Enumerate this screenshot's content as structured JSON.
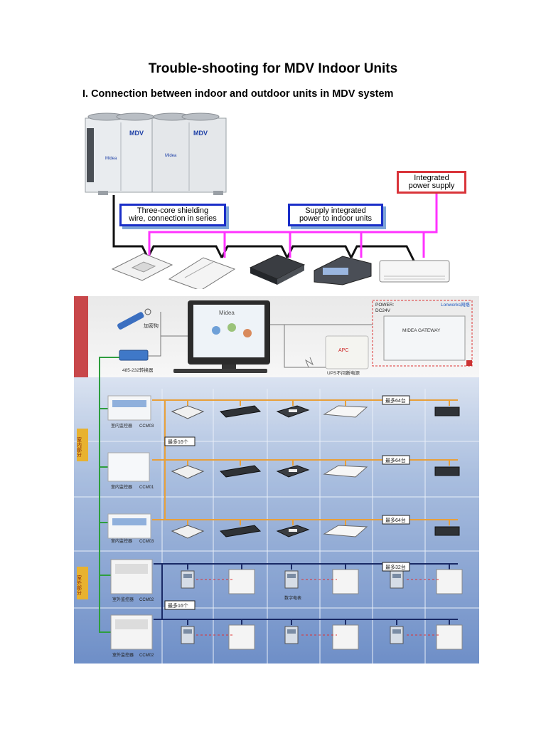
{
  "title": "Trouble-shooting for MDV Indoor Units",
  "section": {
    "heading": "I. Connection between indoor and outdoor units in MDV system",
    "outdoor_unit_brand": "MDV",
    "outdoor_unit_sub_brand": "Midea",
    "callouts": {
      "shielding_wire": [
        "Three-core shielding",
        "wire, connection in series"
      ],
      "supply_power": [
        "Supply integrated",
        "power to indoor units"
      ],
      "power_supply": [
        "Integrated",
        "power supply"
      ]
    },
    "indoor_units": [
      "4-way cassette",
      "compact cassette",
      "duct unit",
      "ceiling unit",
      "wall mounted unit"
    ]
  },
  "figure2": {
    "encryption_dog": "加密狗",
    "converter": "485-232转换器",
    "monitor_brand": "Midea",
    "ups": "UPS不间断电源",
    "ups_brand": "APC",
    "gateway": "MIDEA GATEWAY",
    "gateway_power": "POWER:",
    "gateway_voltage": "DC24V",
    "lonworks": "Lonworks网络",
    "indoor_section": "室内部分",
    "outdoor_section": "室外部分",
    "indoor_monitors": [
      {
        "label": "室内监控器",
        "code": "CCM03"
      },
      {
        "label": "室内监控器",
        "code": "CCM01"
      },
      {
        "label": "室内监控器",
        "code": "CCM03"
      }
    ],
    "outdoor_monitors": [
      {
        "label": "室外监控器",
        "code": "CCM02"
      },
      {
        "label": "室外监控器",
        "code": "CCM02"
      }
    ],
    "max_indoor_per_line": "最多64台",
    "max_outdoor_per_line": "最多32台",
    "max_monitors": "最多16个",
    "meter": "数字电表",
    "colors": {
      "wire_black": "#111111",
      "wire_magenta": "#ff33ff",
      "line_orange": "#e8a03a",
      "line_green": "#2e9e3e",
      "bus_dark": "#1a2a66",
      "section_bg": "#6f8fc8",
      "callout_blue": "#1a2ec8",
      "callout_red": "#d9343a"
    }
  }
}
